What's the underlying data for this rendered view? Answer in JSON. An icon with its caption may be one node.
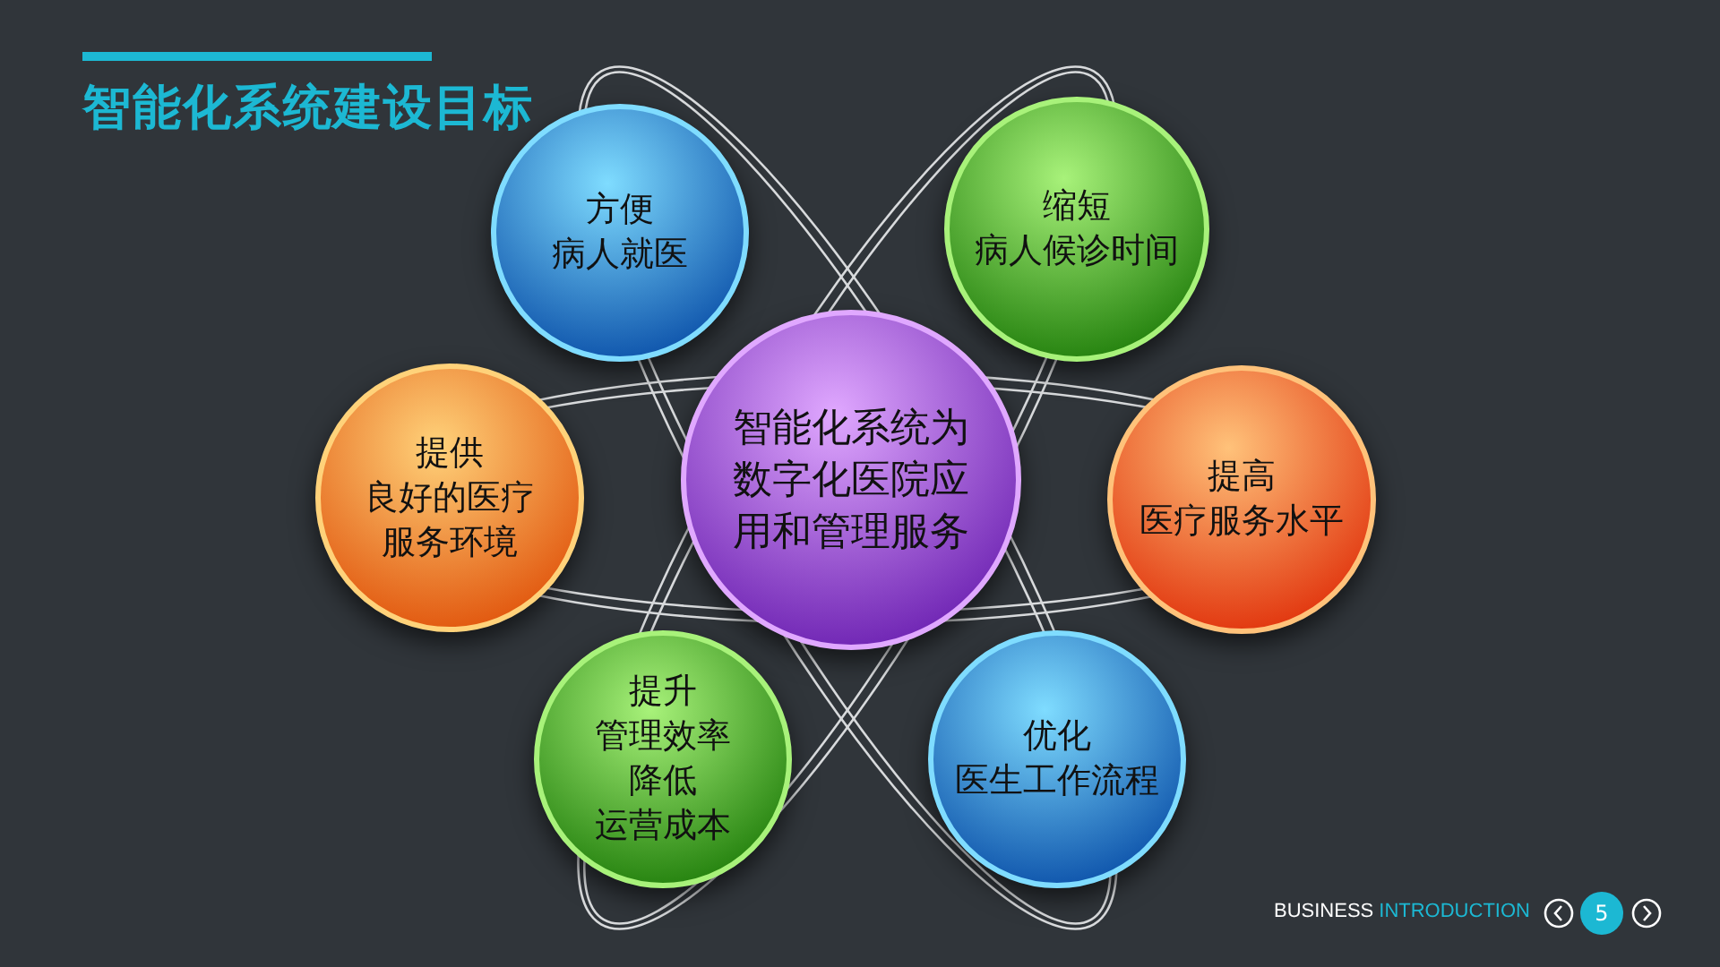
{
  "diagram": {
    "title": "智能化系统建设目标",
    "nodes": [
      {
        "text": [
          "方便病人就医"
        ]
      },
      {
        "text": [
          "缩短病人候诊时间"
        ]
      },
      {
        "text": [
          "提供良好的医疗服务环境"
        ]
      },
      {
        "text": [
          "智能化系统为数字化医院应用和管理服务"
        ]
      },
      {
        "text": [
          "提高医疗服务水平"
        ]
      },
      {
        "text": [
          "提升管理效率降低运营成本"
        ]
      },
      {
        "text": [
          "优化医生工作流程"
        ]
      }
    ],
    "labels": [
      "BUSINESS",
      "INTRODUCTION",
      "5"
    ]
  }
}
